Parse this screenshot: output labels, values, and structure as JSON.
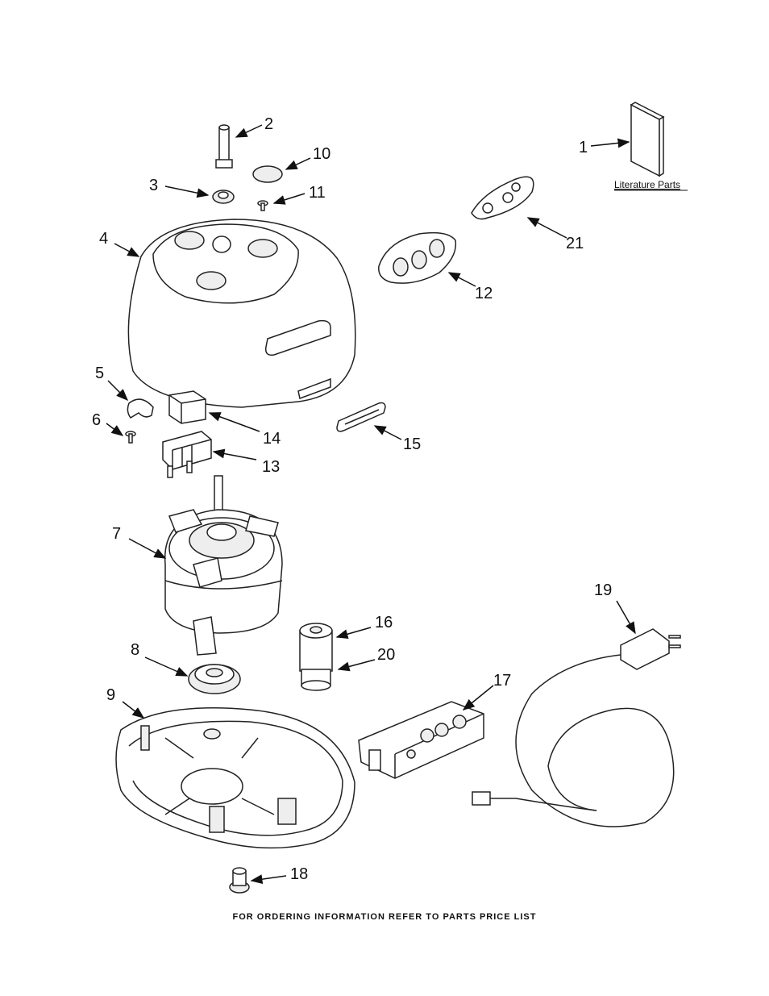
{
  "diagram": {
    "title": "Parts exploded view",
    "footer": "FOR ORDERING INFORMATION REFER TO PARTS PRICE LIST",
    "literature_label": "Literature Parts",
    "callouts": [
      {
        "id": "1",
        "part": "literature"
      },
      {
        "id": "2",
        "part": "drive-shaft"
      },
      {
        "id": "3",
        "part": "seal"
      },
      {
        "id": "4",
        "part": "housing"
      },
      {
        "id": "5",
        "part": "clip"
      },
      {
        "id": "6",
        "part": "screw"
      },
      {
        "id": "7",
        "part": "motor"
      },
      {
        "id": "8",
        "part": "bearing"
      },
      {
        "id": "9",
        "part": "base"
      },
      {
        "id": "10",
        "part": "cap"
      },
      {
        "id": "11",
        "part": "screw"
      },
      {
        "id": "12",
        "part": "control-pad"
      },
      {
        "id": "13",
        "part": "switch-block"
      },
      {
        "id": "14",
        "part": "bracket"
      },
      {
        "id": "15",
        "part": "badge"
      },
      {
        "id": "16",
        "part": "capacitor"
      },
      {
        "id": "17",
        "part": "circuit-board"
      },
      {
        "id": "18",
        "part": "foot"
      },
      {
        "id": "19",
        "part": "power-cord"
      },
      {
        "id": "20",
        "part": "capacitor-clip"
      },
      {
        "id": "21",
        "part": "overlay"
      }
    ]
  }
}
